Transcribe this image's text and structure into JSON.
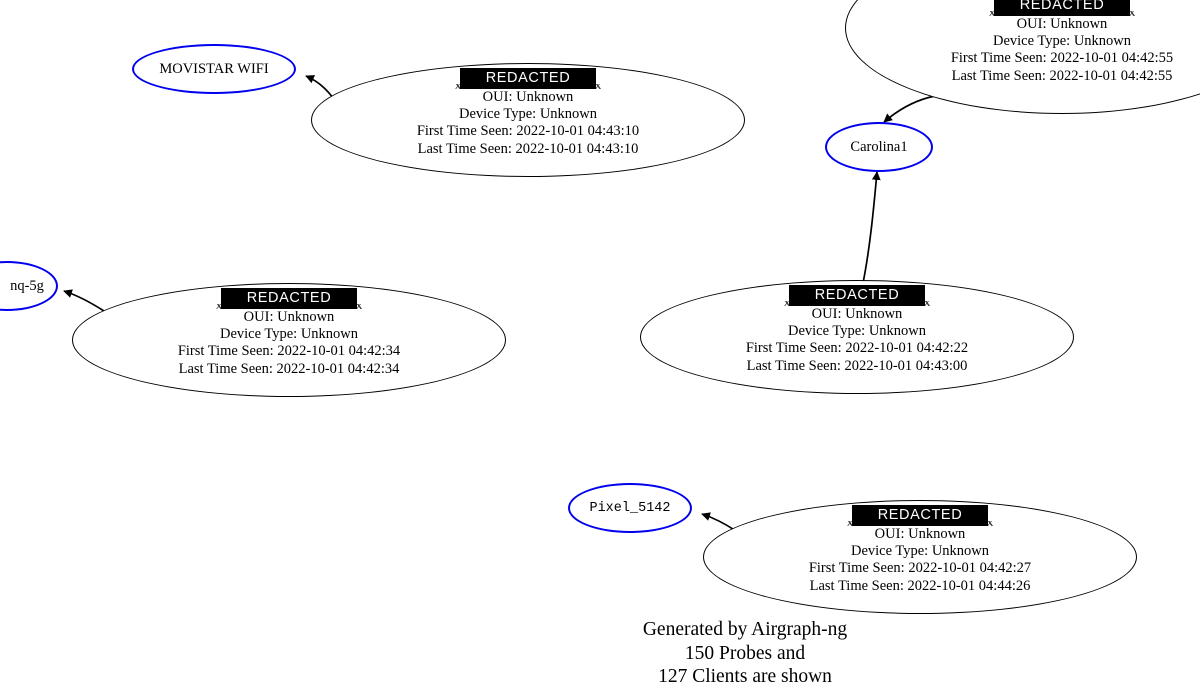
{
  "graph": {
    "generator": "Airgraph-ng",
    "node_outline_client": "#000000",
    "node_outline_probe": "#0000ee",
    "edge_color": "#000000",
    "background": "#ffffff",
    "redaction_label": "REDACTED"
  },
  "labels": {
    "oui_prefix": "OUI:",
    "device_type_prefix": "Device Type:",
    "first_seen_prefix": "First Time Seen:",
    "last_seen_prefix": "Last Time Seen:"
  },
  "probes": [
    {
      "id": "movistar-wifi",
      "name": "MOVISTAR WIFI",
      "mono": false
    },
    {
      "id": "nq-5g",
      "name": "nq-5g",
      "mono": false,
      "clipped": true
    },
    {
      "id": "carolina1",
      "name": "Carolina1",
      "mono": false
    },
    {
      "id": "pixel-5142",
      "name": "Pixel_5142",
      "mono": true
    }
  ],
  "clients": [
    {
      "id": "client-top-left",
      "mac": "REDACTED",
      "mac_ghost": "XX:XX:XX:XX:XX:XX",
      "oui": "Unknown",
      "device_type": "Unknown",
      "first_time_seen": "2022-10-01 04:43:10",
      "last_time_seen": "2022-10-01 04:43:10"
    },
    {
      "id": "client-top-right",
      "mac": "REDACTED",
      "mac_ghost": "XX:XX:XX:XX:XX:XX",
      "oui": "Unknown",
      "device_type": "Unknown",
      "first_time_seen": "2022-10-01 04:42:55",
      "last_time_seen": "2022-10-01 04:42:55"
    },
    {
      "id": "client-mid-left",
      "mac": "REDACTED",
      "mac_ghost": "XX:XX:XX:XX:XX:XX",
      "oui": "Unknown",
      "device_type": "Unknown",
      "first_time_seen": "2022-10-01 04:42:34",
      "last_time_seen": "2022-10-01 04:42:34"
    },
    {
      "id": "client-mid-right",
      "mac": "REDACTED",
      "mac_ghost": "XX:XX:XX:XX:XX:XX",
      "oui": "Unknown",
      "device_type": "Unknown",
      "first_time_seen": "2022-10-01 04:42:22",
      "last_time_seen": "2022-10-01 04:43:00"
    },
    {
      "id": "client-bottom",
      "mac": "REDACTED",
      "mac_ghost": "XX:XX:XX:XX:XX:XX",
      "oui": "Unknown",
      "device_type": "Unknown",
      "first_time_seen": "2022-10-01 04:42:27",
      "last_time_seen": "2022-10-01 04:44:26"
    }
  ],
  "edges": [
    {
      "from": "client-top-left",
      "to": "movistar-wifi"
    },
    {
      "from": "client-mid-left",
      "to": "nq-5g"
    },
    {
      "from": "client-top-right",
      "to": "carolina1"
    },
    {
      "from": "client-mid-right",
      "to": "carolina1"
    },
    {
      "from": "client-bottom",
      "to": "pixel-5142"
    }
  ],
  "footer": {
    "line1": "Generated by Airgraph-ng",
    "line2": "150 Probes and",
    "line3": "127 Clients are shown"
  }
}
